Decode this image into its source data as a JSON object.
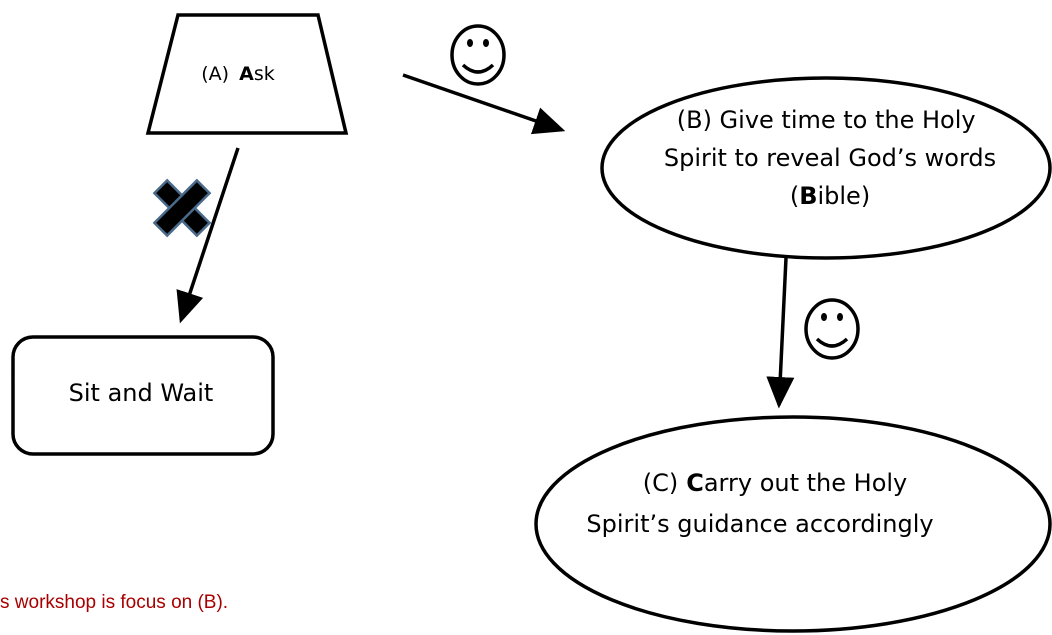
{
  "nodes": {
    "ask": {
      "prefix": "(A)",
      "bold": "A",
      "rest": "sk"
    },
    "sit_wait": {
      "label": "Sit and Wait"
    },
    "give_time": {
      "line1": "(B) Give time to the Holy",
      "line2": "Spirit to reveal God’s words",
      "line3_open": "(",
      "line3_bold": "B",
      "line3_rest": "ible)"
    },
    "carry_out": {
      "line1_prefix": "(C)",
      "line1_bold": "C",
      "line1_rest": "arry out the Holy",
      "line2": "Spirit’s guidance accordingly"
    }
  },
  "markers": {
    "approve_icon": "smiley-face-icon",
    "reject_icon": "x-cross-icon"
  },
  "note": {
    "text": "s workshop is focus on (B).",
    "color": "#a80000"
  }
}
